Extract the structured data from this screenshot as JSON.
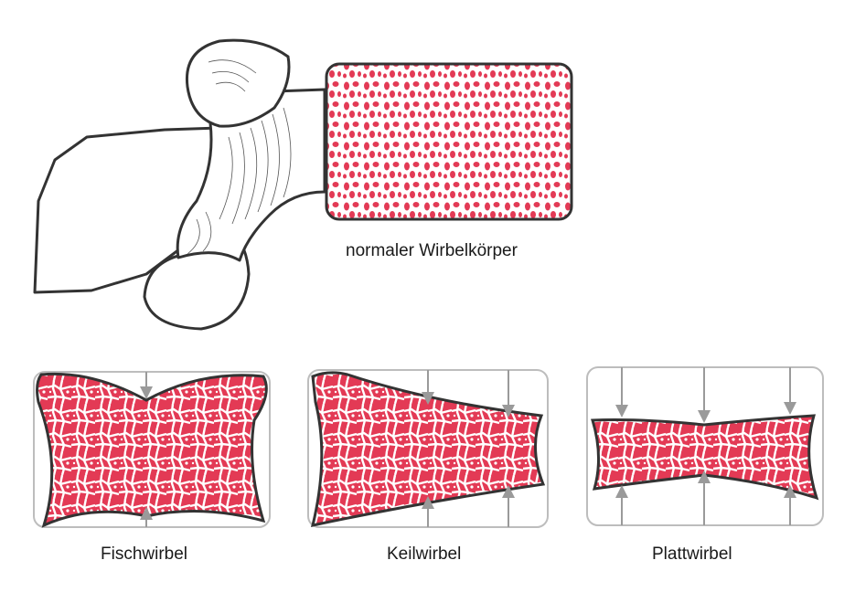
{
  "labels": {
    "normal": "normaler Wirbelkörper",
    "fisch": "Fischwirbel",
    "keil": "Keilwirbel",
    "platt": "Plattwirbel"
  },
  "colors": {
    "outline": "#333333",
    "bone_red": "#e33a55",
    "bone_light": "#f49aaa",
    "ghost_outline": "#bdbdbd",
    "arrow": "#9a9a9a"
  }
}
